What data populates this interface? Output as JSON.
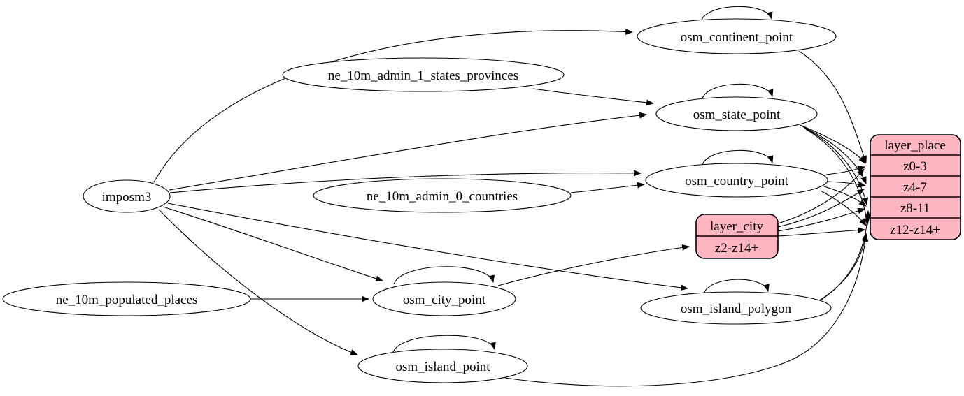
{
  "diagram": {
    "kind": "etl-dependency-graph",
    "colors": {
      "background": "#ffffff",
      "table_node_fill": "#ffffff",
      "layer_record_fill": "#ffb6c1",
      "stroke": "#000000"
    },
    "nodes": {
      "imposm3": {
        "label": "imposm3"
      },
      "ne_10m_admin_1_states_provinces": {
        "label": "ne_10m_admin_1_states_provinces"
      },
      "ne_10m_admin_0_countries": {
        "label": "ne_10m_admin_0_countries"
      },
      "ne_10m_populated_places": {
        "label": "ne_10m_populated_places"
      },
      "osm_continent_point": {
        "label": "osm_continent_point"
      },
      "osm_state_point": {
        "label": "osm_state_point"
      },
      "osm_country_point": {
        "label": "osm_country_point"
      },
      "osm_city_point": {
        "label": "osm_city_point"
      },
      "osm_island_polygon": {
        "label": "osm_island_polygon"
      },
      "osm_island_point": {
        "label": "osm_island_point"
      }
    },
    "records": {
      "layer_city": {
        "title": "layer_city",
        "rows": [
          "z2-z14+"
        ]
      },
      "layer_place": {
        "title": "layer_place",
        "rows": [
          "z0-3",
          "z4-7",
          "z8-11",
          "z12-z14+"
        ]
      }
    },
    "edges": [
      {
        "from": "imposm3",
        "to": "osm_continent_point"
      },
      {
        "from": "imposm3",
        "to": "osm_state_point"
      },
      {
        "from": "imposm3",
        "to": "osm_country_point"
      },
      {
        "from": "imposm3",
        "to": "osm_city_point"
      },
      {
        "from": "imposm3",
        "to": "osm_island_polygon"
      },
      {
        "from": "imposm3",
        "to": "osm_island_point"
      },
      {
        "from": "ne_10m_admin_1_states_provinces",
        "to": "osm_state_point"
      },
      {
        "from": "ne_10m_admin_0_countries",
        "to": "osm_country_point"
      },
      {
        "from": "ne_10m_populated_places",
        "to": "osm_city_point"
      },
      {
        "from": "osm_continent_point",
        "to": "osm_continent_point",
        "self_loop": true
      },
      {
        "from": "osm_state_point",
        "to": "osm_state_point",
        "self_loop": true
      },
      {
        "from": "osm_country_point",
        "to": "osm_country_point",
        "self_loop": true
      },
      {
        "from": "osm_city_point",
        "to": "osm_city_point",
        "self_loop": true
      },
      {
        "from": "osm_island_polygon",
        "to": "osm_island_polygon",
        "self_loop": true
      },
      {
        "from": "osm_island_point",
        "to": "osm_island_point",
        "self_loop": true
      },
      {
        "from": "osm_continent_point",
        "to": "layer_place",
        "to_port": "z0-3"
      },
      {
        "from": "osm_state_point",
        "to": "layer_place",
        "to_port": "z0-3"
      },
      {
        "from": "osm_state_point",
        "to": "layer_place",
        "to_port": "z4-7"
      },
      {
        "from": "osm_state_point",
        "to": "layer_place",
        "to_port": "z8-11"
      },
      {
        "from": "osm_state_point",
        "to": "layer_place",
        "to_port": "z12-z14+"
      },
      {
        "from": "osm_country_point",
        "to": "layer_place",
        "to_port": "z0-3"
      },
      {
        "from": "osm_country_point",
        "to": "layer_place",
        "to_port": "z4-7"
      },
      {
        "from": "osm_country_point",
        "to": "layer_place",
        "to_port": "z8-11"
      },
      {
        "from": "osm_country_point",
        "to": "layer_place",
        "to_port": "z12-z14+"
      },
      {
        "from": "osm_city_point",
        "to": "layer_city",
        "to_port": "z2-z14+"
      },
      {
        "from": "layer_city",
        "to": "layer_place",
        "to_port": "z0-3"
      },
      {
        "from": "layer_city",
        "to": "layer_place",
        "to_port": "z4-7"
      },
      {
        "from": "layer_city",
        "to": "layer_place",
        "to_port": "z8-11"
      },
      {
        "from": "layer_city",
        "to": "layer_place",
        "to_port": "z12-z14+"
      },
      {
        "from": "osm_island_polygon",
        "to": "layer_place",
        "to_port": "z8-11"
      },
      {
        "from": "osm_island_polygon",
        "to": "layer_place",
        "to_port": "z12-z14+"
      },
      {
        "from": "osm_island_point",
        "to": "layer_place",
        "to_port": "z12-z14+"
      }
    ]
  }
}
